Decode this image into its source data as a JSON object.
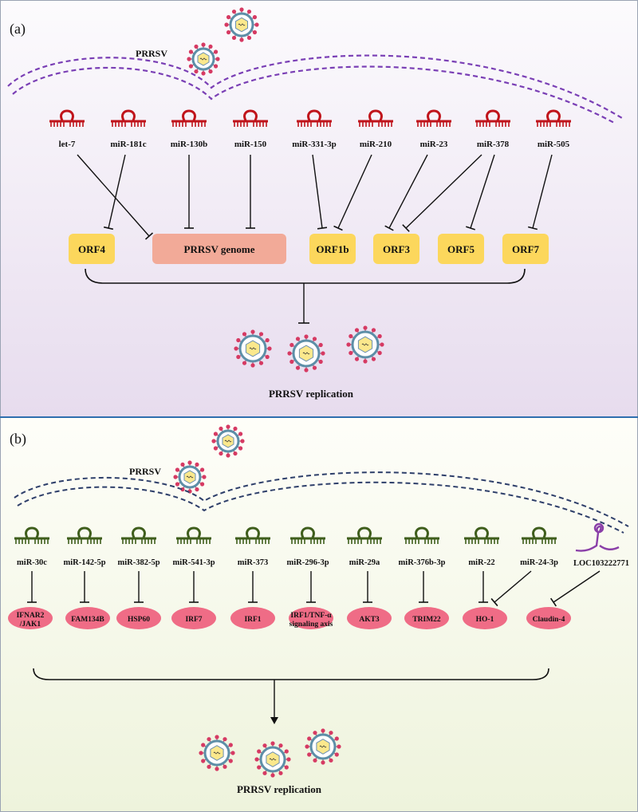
{
  "panel_a": {
    "label": "(a)",
    "virus_label": "PRRSV",
    "mirnas": [
      "let-7",
      "miR-181c",
      "miR-130b",
      "miR-150",
      "miR-331-3p",
      "miR-210",
      "miR-23",
      "miR-378",
      "miR-505"
    ],
    "targets": [
      "ORF4",
      "PRRSV genome",
      "ORF1b",
      "ORF3",
      "ORF5",
      "ORF7"
    ],
    "links": [
      {
        "from": "let-7",
        "to": "PRRSV genome"
      },
      {
        "from": "miR-181c",
        "to": "ORF4"
      },
      {
        "from": "miR-130b",
        "to": "PRRSV genome"
      },
      {
        "from": "miR-150",
        "to": "PRRSV genome"
      },
      {
        "from": "miR-331-3p",
        "to": "ORF1b"
      },
      {
        "from": "miR-210",
        "to": "ORF1b"
      },
      {
        "from": "miR-23",
        "to": "ORF3"
      },
      {
        "from": "miR-378",
        "to": "ORF3"
      },
      {
        "from": "miR-378",
        "to": "ORF5"
      },
      {
        "from": "miR-505",
        "to": "ORF7"
      }
    ],
    "outcome": "PRRSV replication",
    "colors": {
      "mirna": "#c0141b",
      "orf_box": "#fcd75c",
      "genome_box": "#f2aa98",
      "membrane": "#7a3fb5"
    }
  },
  "panel_b": {
    "label": "(b)",
    "virus_label": "PRRSV",
    "mirnas": [
      "miR-30c",
      "miR-142-5p",
      "miR-382-5p",
      "miR-541-3p",
      "miR-373",
      "miR-296-3p",
      "miR-29a",
      "miR-376b-3p",
      "miR-22",
      "miR-24-3p"
    ],
    "lncrna": "LOC103222771",
    "targets": [
      "IFNAR2\n/JAK1",
      "FAM134B",
      "HSP60",
      "IRF7",
      "IRF1",
      "IRF1/TNF-α\nsignaling axis",
      "AKT3",
      "TRIM22",
      "HO-1",
      "Claudin-4"
    ],
    "links": [
      {
        "from": "miR-30c",
        "to": "IFNAR2\n/JAK1"
      },
      {
        "from": "miR-142-5p",
        "to": "FAM134B"
      },
      {
        "from": "miR-382-5p",
        "to": "HSP60"
      },
      {
        "from": "miR-541-3p",
        "to": "IRF7"
      },
      {
        "from": "miR-373",
        "to": "IRF1"
      },
      {
        "from": "miR-296-3p",
        "to": "IRF1/TNF-α\nsignaling axis"
      },
      {
        "from": "miR-29a",
        "to": "AKT3"
      },
      {
        "from": "miR-376b-3p",
        "to": "TRIM22"
      },
      {
        "from": "miR-22",
        "to": "HO-1"
      },
      {
        "from": "miR-24-3p",
        "to": "HO-1"
      },
      {
        "from": "LOC103222771",
        "to": "Claudin-4"
      }
    ],
    "outcome": "PRRSV replication",
    "colors": {
      "mirna": "#3f5e1c",
      "lncrna": "#8a3fa8",
      "target": "#ef6c86",
      "membrane": "#2e3f6a"
    }
  },
  "virus_colors": {
    "capsid": "#fbe88c",
    "envelope": "#5d8fa8",
    "spike": "#d63a63"
  }
}
